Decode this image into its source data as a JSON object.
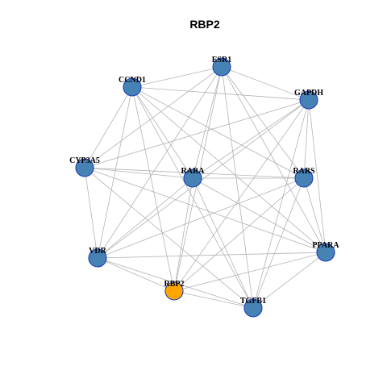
{
  "title": "RBP2",
  "colors": {
    "default_node": "#4682b4",
    "highlight_node": "#ffa500",
    "node_border": "#1f3fb8",
    "edge": "#b4b4b4"
  },
  "nodes": [
    {
      "id": "ESR1",
      "label": "ESR1",
      "highlight": false
    },
    {
      "id": "CCND1",
      "label": "CCND1",
      "highlight": false
    },
    {
      "id": "GAPDH",
      "label": "GAPDH",
      "highlight": false
    },
    {
      "id": "CYP3A5",
      "label": "CYP3A5",
      "highlight": false
    },
    {
      "id": "RARA",
      "label": "RARA",
      "highlight": false
    },
    {
      "id": "RARS",
      "label": "RARS",
      "highlight": false
    },
    {
      "id": "PPARA",
      "label": "PPARA",
      "highlight": false
    },
    {
      "id": "VDR",
      "label": "VDR",
      "highlight": false
    },
    {
      "id": "RBP2",
      "label": "RBP2",
      "highlight": true
    },
    {
      "id": "TGFB1",
      "label": "TGFB1",
      "highlight": false
    }
  ],
  "edges": [
    [
      "ESR1",
      "CCND1"
    ],
    [
      "ESR1",
      "GAPDH"
    ],
    [
      "ESR1",
      "CYP3A5"
    ],
    [
      "ESR1",
      "RARA"
    ],
    [
      "ESR1",
      "RARS"
    ],
    [
      "ESR1",
      "PPARA"
    ],
    [
      "ESR1",
      "VDR"
    ],
    [
      "ESR1",
      "RBP2"
    ],
    [
      "ESR1",
      "TGFB1"
    ],
    [
      "CCND1",
      "GAPDH"
    ],
    [
      "CCND1",
      "CYP3A5"
    ],
    [
      "CCND1",
      "RARA"
    ],
    [
      "CCND1",
      "RARS"
    ],
    [
      "CCND1",
      "PPARA"
    ],
    [
      "CCND1",
      "VDR"
    ],
    [
      "CCND1",
      "RBP2"
    ],
    [
      "CCND1",
      "TGFB1"
    ],
    [
      "GAPDH",
      "CYP3A5"
    ],
    [
      "GAPDH",
      "RARA"
    ],
    [
      "GAPDH",
      "RARS"
    ],
    [
      "GAPDH",
      "PPARA"
    ],
    [
      "GAPDH",
      "VDR"
    ],
    [
      "GAPDH",
      "RBP2"
    ],
    [
      "GAPDH",
      "TGFB1"
    ],
    [
      "CYP3A5",
      "RARA"
    ],
    [
      "CYP3A5",
      "RARS"
    ],
    [
      "CYP3A5",
      "PPARA"
    ],
    [
      "CYP3A5",
      "VDR"
    ],
    [
      "CYP3A5",
      "TGFB1"
    ],
    [
      "RARA",
      "RARS"
    ],
    [
      "RARA",
      "PPARA"
    ],
    [
      "RARA",
      "VDR"
    ],
    [
      "RARA",
      "RBP2"
    ],
    [
      "RARA",
      "TGFB1"
    ],
    [
      "RARS",
      "PPARA"
    ],
    [
      "RARS",
      "VDR"
    ],
    [
      "RARS",
      "RBP2"
    ],
    [
      "RARS",
      "TGFB1"
    ],
    [
      "PPARA",
      "VDR"
    ],
    [
      "PPARA",
      "RBP2"
    ],
    [
      "PPARA",
      "TGFB1"
    ],
    [
      "VDR",
      "RBP2"
    ],
    [
      "VDR",
      "TGFB1"
    ],
    [
      "RBP2",
      "TGFB1"
    ]
  ]
}
